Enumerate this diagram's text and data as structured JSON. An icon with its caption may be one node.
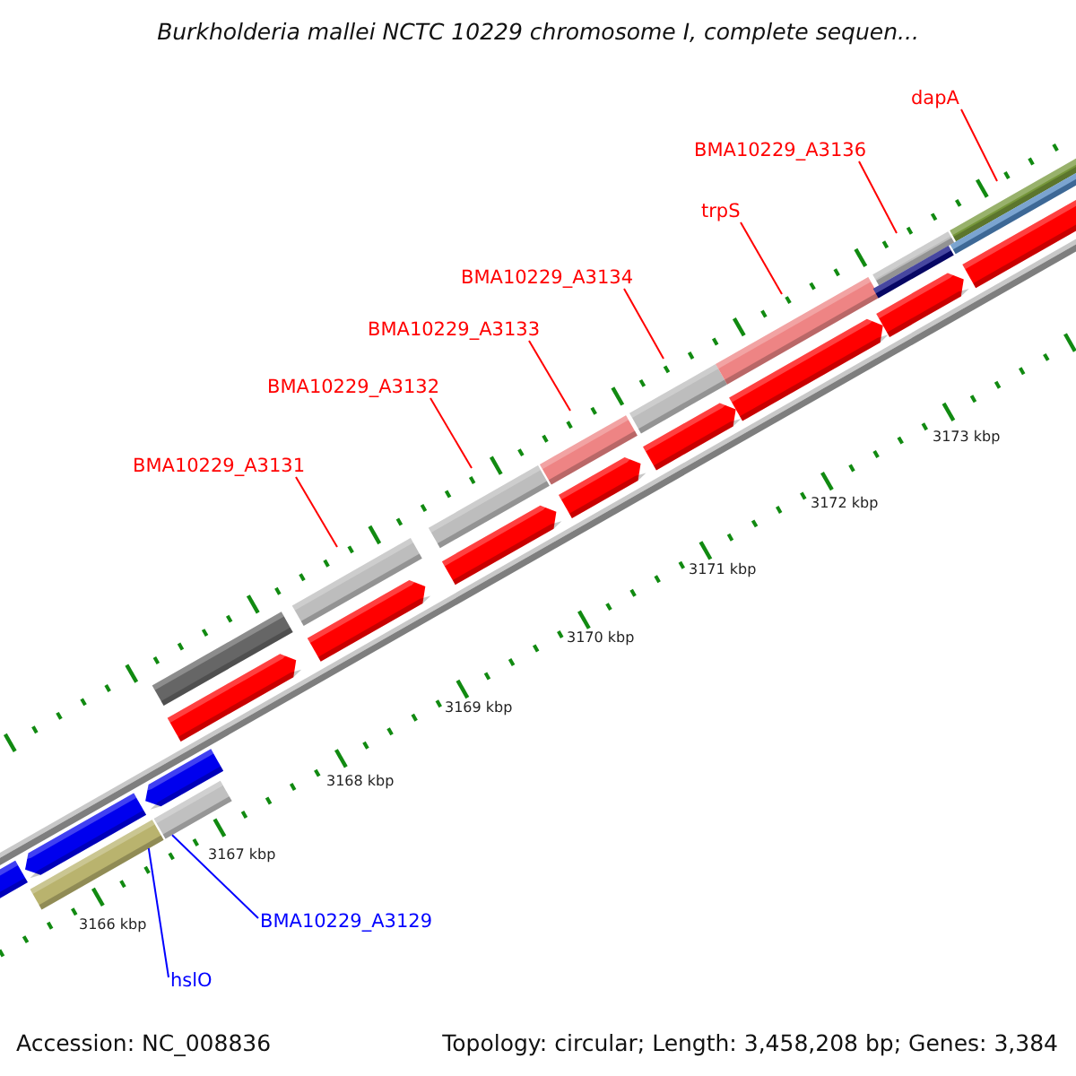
{
  "diagram": {
    "title": "Burkholderia mallei NCTC 10229 chromosome I, complete sequen...",
    "nodes": [
      {
        "text": [
          "dapA"
        ]
      },
      {
        "text": [
          "BMA10229_A3136"
        ]
      },
      {
        "text": [
          "trpS"
        ]
      },
      {
        "text": [
          "BMA10229_A3134"
        ]
      },
      {
        "text": [
          "BMA10229_A3133"
        ]
      },
      {
        "text": [
          "BMA10229_A3132"
        ]
      },
      {
        "text": [
          "BMA10229_A3131"
        ]
      },
      {
        "text": [
          "BMA10229_A3129"
        ]
      },
      {
        "text": [
          "hslO"
        ]
      },
      {
        "text": [],
        "shape": "bar"
      },
      {
        "text": [],
        "shape": "bar"
      }
    ],
    "edges": [
      {
        "from": 0,
        "to": null,
        "arrow": "none"
      },
      {
        "from": 1,
        "to": null,
        "arrow": "none"
      },
      {
        "from": 2,
        "to": null,
        "arrow": "none"
      },
      {
        "from": 3,
        "to": null,
        "arrow": "none"
      },
      {
        "from": 4,
        "to": null,
        "arrow": "none"
      },
      {
        "from": 5,
        "to": null,
        "arrow": "none"
      },
      {
        "from": 6,
        "to": null,
        "arrow": "none"
      },
      {
        "from": 7,
        "to": 10,
        "arrow": "none",
        "color": "#0000ff"
      },
      {
        "from": 8,
        "to": 9,
        "arrow": "none",
        "color": "#0000ff"
      }
    ],
    "labels": [
      "3166 kbp",
      "3167 kbp",
      "3168 kbp",
      "3169 kbp",
      "3170 kbp",
      "3171 kbp",
      "3172 kbp",
      "3173 kbp",
      "Accession: NC_008836",
      "Topology: circular; Length: 3,458,208 bp; Genes: 3,384"
    ]
  }
}
